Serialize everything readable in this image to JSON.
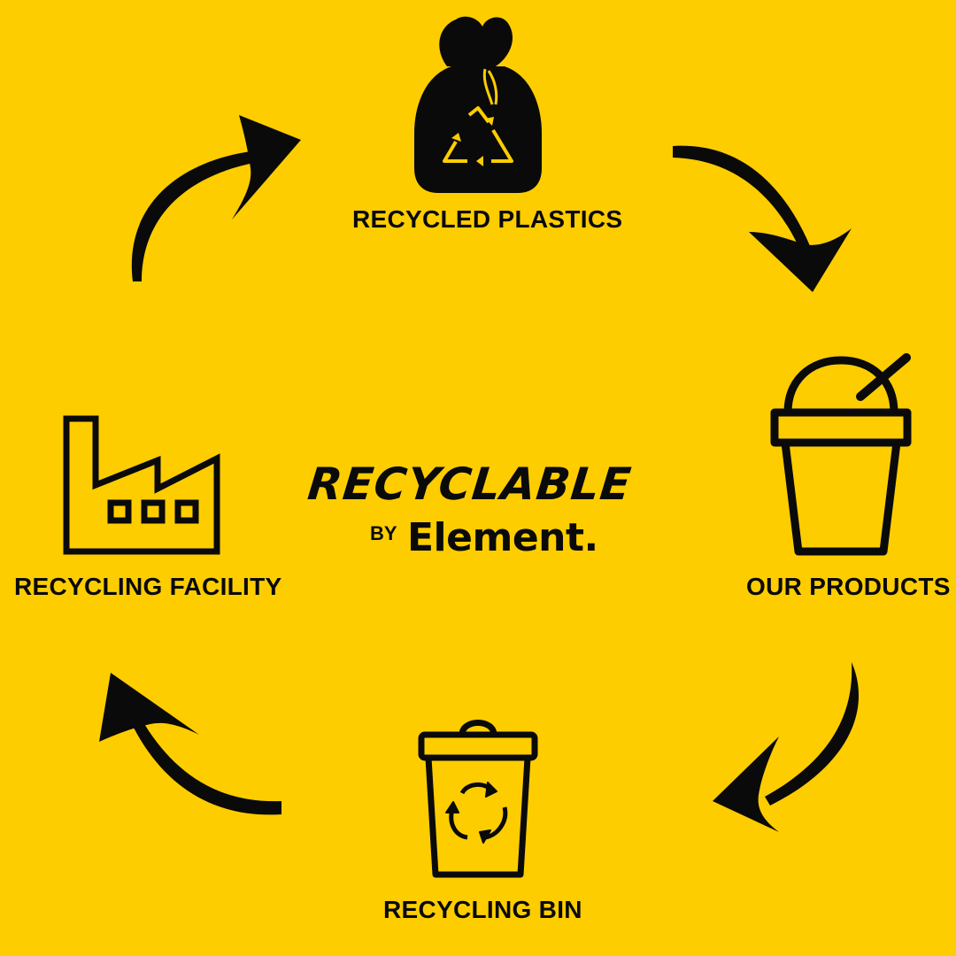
{
  "colors": {
    "background": "#FDCD00",
    "ink": "#0A0A0A"
  },
  "center": {
    "title": "RECYCLABLE",
    "by": "BY",
    "brand": "Element."
  },
  "stages": {
    "plastics": {
      "label": "RECYCLED PLASTICS",
      "icon": "recycled-bag-icon"
    },
    "products": {
      "label": "OUR PRODUCTS",
      "icon": "cup-with-straw-icon"
    },
    "bin": {
      "label": "RECYCLING BIN",
      "icon": "recycling-bin-icon"
    },
    "facility": {
      "label": "RECYCLING FACILITY",
      "icon": "factory-icon"
    }
  },
  "arrows": [
    "arrow-plastics-to-products",
    "arrow-products-to-bin",
    "arrow-bin-to-facility",
    "arrow-facility-to-plastics"
  ]
}
